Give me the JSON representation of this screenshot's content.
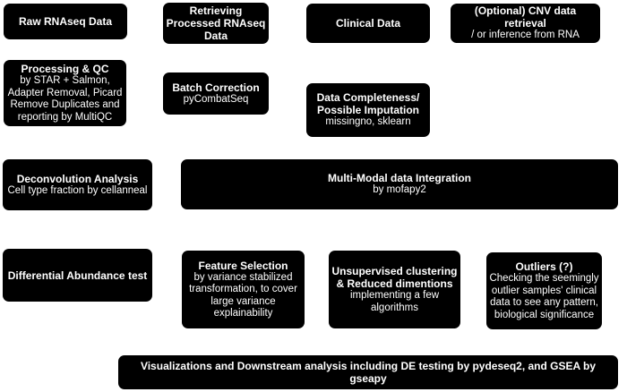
{
  "nodes": {
    "raw_rnaseq": {
      "title": "Raw RNAseq Data"
    },
    "retrieving": {
      "title_line1": "Retrieving",
      "title_line2": "Processed RNAseq",
      "title_line3": "Data"
    },
    "clinical": {
      "title": "Clinical Data"
    },
    "cnv": {
      "title": "(Optional) CNV data retrieval",
      "sub": "/ or inference from RNA"
    },
    "processing": {
      "title": "Processing & QC",
      "sub_line1": "by STAR + Salmon,",
      "sub_line2": "Adapter Removal, Picard",
      "sub_line3": "Remove Duplicates and",
      "sub_line4": "reporting by MultiQC"
    },
    "batch": {
      "title": "Batch Correction",
      "sub": "pyCombatSeq"
    },
    "completeness": {
      "title_line1": "Data Completeness/",
      "title_line2": "Possible Imputation",
      "sub": "missingno, sklearn"
    },
    "deconvolution": {
      "title": "Deconvolution Analysis",
      "sub": "Cell type fraction by cellanneal"
    },
    "multimodal": {
      "title": "Multi-Modal data Integration",
      "sub": "by mofapy2"
    },
    "diff_abundance": {
      "title": "Differential Abundance test"
    },
    "feature_selection": {
      "title": "Feature Selection",
      "sub_line1": "by variance stabilized",
      "sub_line2": "transformation, to cover",
      "sub_line3": "large variance",
      "sub_line4": "explainability"
    },
    "clustering": {
      "title_line1": "Unsupervised clustering",
      "title_line2": "& Reduced dimentions",
      "sub_line1": "implementing a few",
      "sub_line2": "algorithms"
    },
    "outliers": {
      "title": "Outliers (?)",
      "sub_line1": "Checking the seemingly",
      "sub_line2": "outlier samples' clinical",
      "sub_line3": "data to see any pattern,",
      "sub_line4": "biological significance"
    },
    "visualizations": {
      "title": "Visualizations and Downstream analysis including DE testing by pydeseq2, and GSEA by gseapy"
    }
  },
  "colors": {
    "node_fill": "#000000",
    "node_text": "#ffffff",
    "background": "#ffffff"
  }
}
